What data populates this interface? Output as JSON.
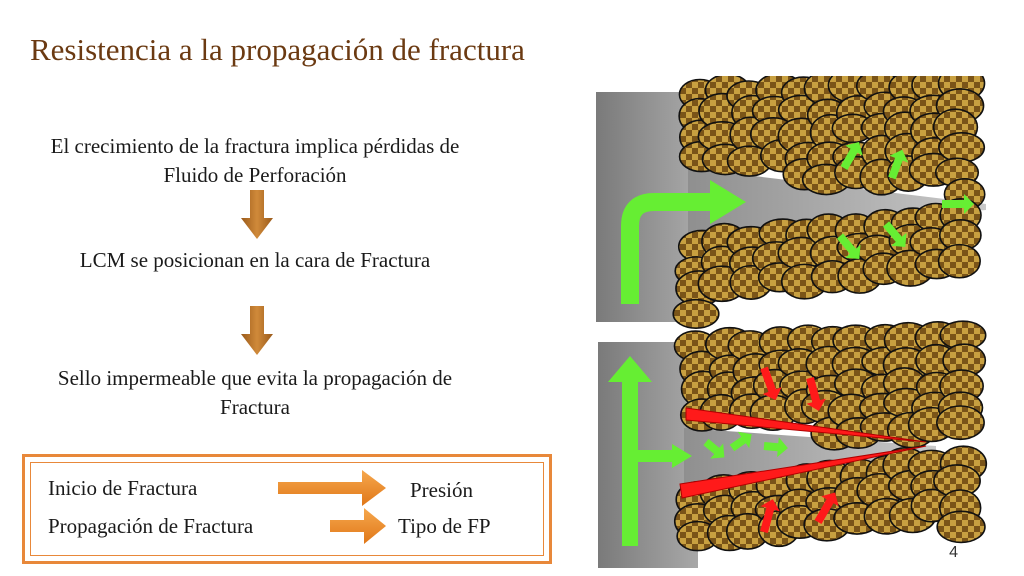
{
  "title": "Resistencia a la propagación de fractura",
  "steps": [
    "El crecimiento de la fractura implica pérdidas de Fluido de Perforación",
    "LCM se posicionan en la cara de Fractura",
    "Sello impermeable que evita la propagación de Fractura"
  ],
  "summary": {
    "row1_left": "Inicio de Fractura",
    "row1_right": "Presión",
    "row2_left": "Propagación de Fractura",
    "row2_right": "Tipo de FP"
  },
  "page_number": "4",
  "colors": {
    "title": "#6b3a12",
    "flow_arrow": "#66ee33",
    "seal": "#ff1a1a",
    "box_border": "#e8883a",
    "particle_light": "#c8a040",
    "particle_dark": "#7a5418",
    "rock": "#8a8a8a"
  }
}
